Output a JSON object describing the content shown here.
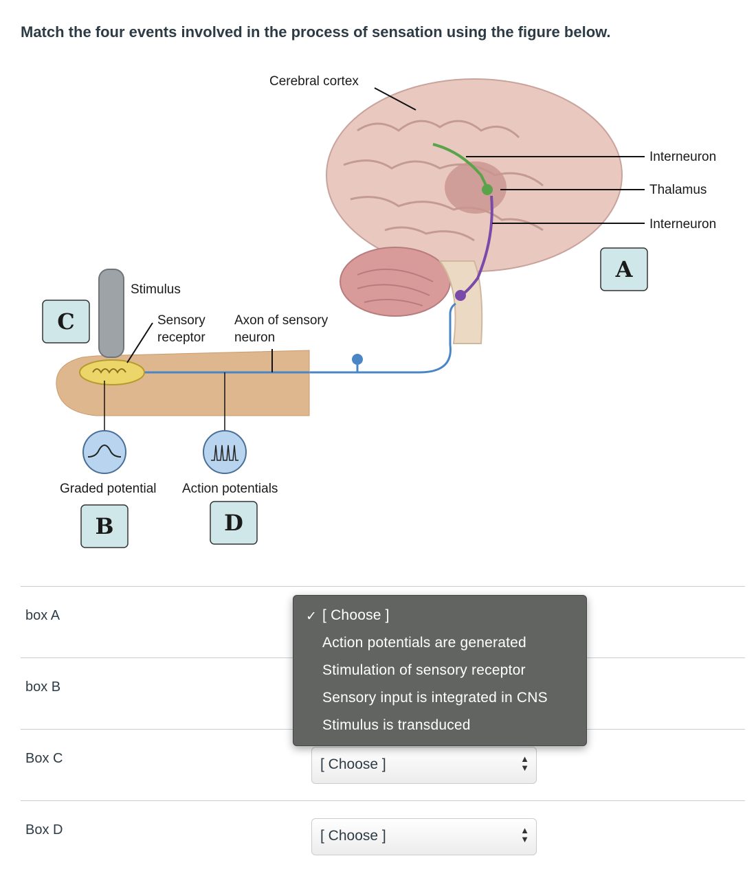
{
  "question": "Match the four events involved in the process of sensation using the figure below.",
  "figure": {
    "labels": {
      "cerebral_cortex": "Cerebral cortex",
      "interneuron_top": "Interneuron",
      "thalamus": "Thalamus",
      "interneuron_bottom": "Interneuron",
      "stimulus": "Stimulus",
      "sensory": "Sensory",
      "receptor": "receptor",
      "axon_of_sensory": "Axon of sensory",
      "neuron": "neuron",
      "graded_potential": "Graded potential",
      "action_potentials": "Action potentials"
    },
    "boxes": {
      "a": "A",
      "b": "B",
      "c": "C",
      "d": "D"
    }
  },
  "rows": [
    {
      "label": "box A",
      "selected": "[ Choose ]"
    },
    {
      "label": "box B",
      "selected": "[ Choose ]"
    },
    {
      "label": "Box C",
      "selected": "[ Choose ]"
    },
    {
      "label": "Box D",
      "selected": "[ Choose ]"
    }
  ],
  "dropdown": {
    "check": "✓",
    "options": [
      "[ Choose ]",
      "Action potentials are generated",
      "Stimulation of sensory receptor",
      "Sensory input is integrated in CNS",
      "Stimulus is transduced"
    ]
  },
  "colors": {
    "box_fill": "#cfe7e8",
    "dropdown_bg": "#616461",
    "axon_blue": "#4a86c5",
    "interneuron_green": "#5aa34a",
    "interneuron_purple": "#7a4aa8"
  }
}
